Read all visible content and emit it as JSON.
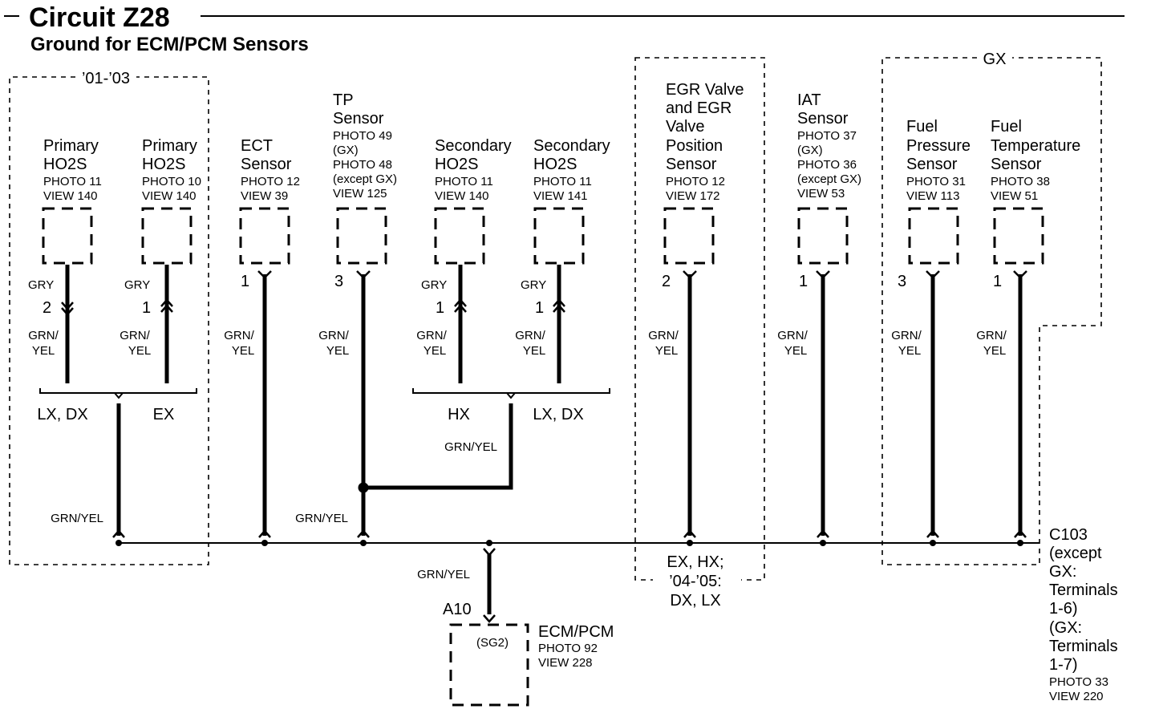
{
  "header": {
    "title": "Circuit Z28",
    "subtitle": "Ground for ECM/PCM Sensors"
  },
  "groups": {
    "years_0103": "’01-’03",
    "gx": "GX",
    "egr_variants": [
      "EX, HX;",
      "’04-’05:",
      "DX, LX"
    ]
  },
  "components": [
    {
      "id": "primary-ho2s-1",
      "lines": [
        "Primary",
        "HO2S"
      ],
      "refs": [
        "PHOTO 11",
        "VIEW 140"
      ],
      "pin": "2",
      "upper_wire": "GRY",
      "lower_wire": [
        "GRN/",
        "YEL"
      ]
    },
    {
      "id": "primary-ho2s-2",
      "lines": [
        "Primary",
        "HO2S"
      ],
      "refs": [
        "PHOTO 10",
        "VIEW 140"
      ],
      "pin": "1",
      "upper_wire": "GRY",
      "lower_wire": [
        "GRN/",
        "YEL"
      ]
    },
    {
      "id": "ect-sensor",
      "lines": [
        "ECT",
        "Sensor"
      ],
      "refs": [
        "PHOTO 12",
        "VIEW 39"
      ],
      "pin": "1",
      "lower_wire": [
        "GRN/",
        "YEL"
      ]
    },
    {
      "id": "tp-sensor",
      "lines": [
        "TP",
        "Sensor"
      ],
      "refs": [
        "PHOTO 49",
        "(GX)",
        "PHOTO 48",
        "(except GX)",
        "VIEW 125"
      ],
      "pin": "3",
      "lower_wire": [
        "GRN/",
        "YEL"
      ]
    },
    {
      "id": "secondary-ho2s-1",
      "lines": [
        "Secondary",
        "HO2S"
      ],
      "refs": [
        "PHOTO 11",
        "VIEW 140"
      ],
      "pin": "1",
      "upper_wire": "GRY",
      "lower_wire": [
        "GRN/",
        "YEL"
      ]
    },
    {
      "id": "secondary-ho2s-2",
      "lines": [
        "Secondary",
        "HO2S"
      ],
      "refs": [
        "PHOTO 11",
        "VIEW 141"
      ],
      "pin": "1",
      "upper_wire": "GRY",
      "lower_wire": [
        "GRN/",
        "YEL"
      ]
    },
    {
      "id": "egr-valve",
      "lines": [
        "EGR Valve",
        "and EGR",
        "Valve",
        "Position",
        "Sensor"
      ],
      "refs": [
        "PHOTO 12",
        "VIEW 172"
      ],
      "pin": "2",
      "lower_wire": [
        "GRN/",
        "YEL"
      ]
    },
    {
      "id": "iat-sensor",
      "lines": [
        "IAT",
        "Sensor"
      ],
      "refs": [
        "PHOTO 37",
        "(GX)",
        "PHOTO 36",
        "(except GX)",
        "VIEW 53"
      ],
      "pin": "1",
      "lower_wire": [
        "GRN/",
        "YEL"
      ]
    },
    {
      "id": "fuel-pressure-sensor",
      "lines": [
        "Fuel",
        "Pressure",
        "Sensor"
      ],
      "refs": [
        "PHOTO 31",
        "VIEW 113"
      ],
      "pin": "3",
      "lower_wire": [
        "GRN/",
        "YEL"
      ]
    },
    {
      "id": "fuel-temperature-sensor",
      "lines": [
        "Fuel",
        "Temperature",
        "Sensor"
      ],
      "refs": [
        "PHOTO 38",
        "VIEW 51"
      ],
      "pin": "1",
      "lower_wire": [
        "GRN/",
        "YEL"
      ]
    }
  ],
  "branches": {
    "ho2s_left": "LX, DX",
    "ho2s_right": "EX",
    "sec_left": "HX",
    "sec_right": "LX, DX"
  },
  "wire_labels": {
    "grn_yel": "GRN/YEL"
  },
  "connector": {
    "name": "C103",
    "lines": [
      "(except",
      "GX:",
      "Terminals",
      "1-6)",
      "(GX:",
      "Terminals",
      "1-7)"
    ],
    "refs": [
      "PHOTO 33",
      "VIEW 220"
    ]
  },
  "ecm": {
    "pin": "A10",
    "signal": "(SG2)",
    "name": "ECM/PCM",
    "refs": [
      "PHOTO 92",
      "VIEW 228"
    ]
  }
}
